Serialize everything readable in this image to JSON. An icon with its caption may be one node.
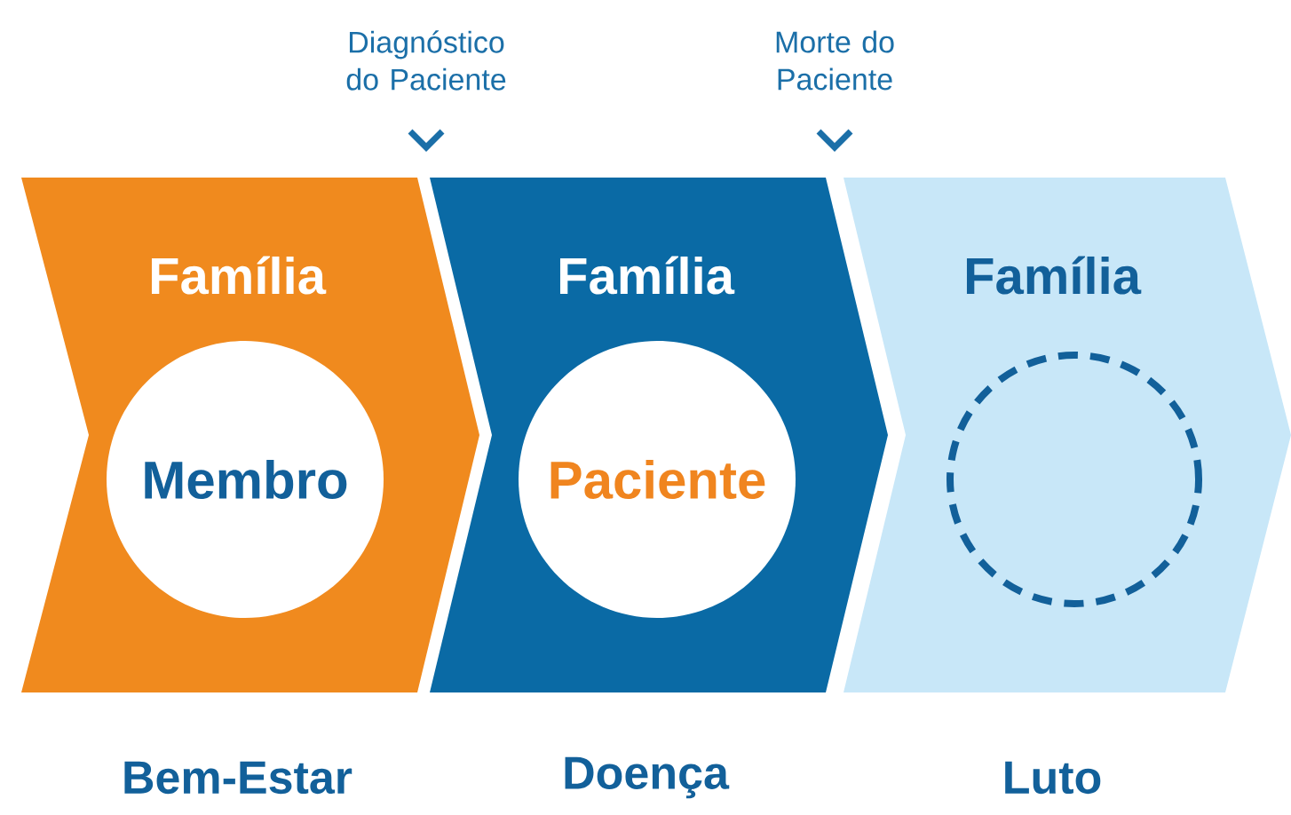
{
  "diagram": {
    "nodes": [
      {
        "text": [
          "Família"
        ],
        "beside": [
          "Bem-Estar"
        ]
      },
      {
        "text": [
          "Membro"
        ],
        "in": 0
      },
      {
        "text": [
          "Família"
        ],
        "beside": [
          "Doença"
        ]
      },
      {
        "text": [
          "Paciente"
        ],
        "in": 2
      },
      {
        "text": [
          "Família"
        ],
        "beside": [
          "Luto"
        ]
      },
      {
        "text": [],
        "shape": "circle",
        "in": 4
      }
    ],
    "edges": [],
    "labels": [
      "Diagnóstico do Paciente",
      "Morte do Paciente"
    ]
  }
}
